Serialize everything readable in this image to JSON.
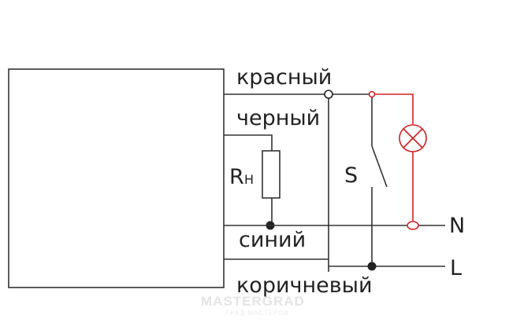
{
  "labels": {
    "red": "красный",
    "black": "черный",
    "blue": "синий",
    "brown": "коричневый",
    "resistor_main": "R",
    "resistor_sub": "Н",
    "switch": "S",
    "neutral": "N",
    "line": "L"
  },
  "watermark": {
    "brand": "MASTERGRAD",
    "tagline": "ГРАД МАСТЕРОВ"
  },
  "colors": {
    "wire": "#333333",
    "lamp_circuit": "#cc2222",
    "background": "#ffffff"
  }
}
